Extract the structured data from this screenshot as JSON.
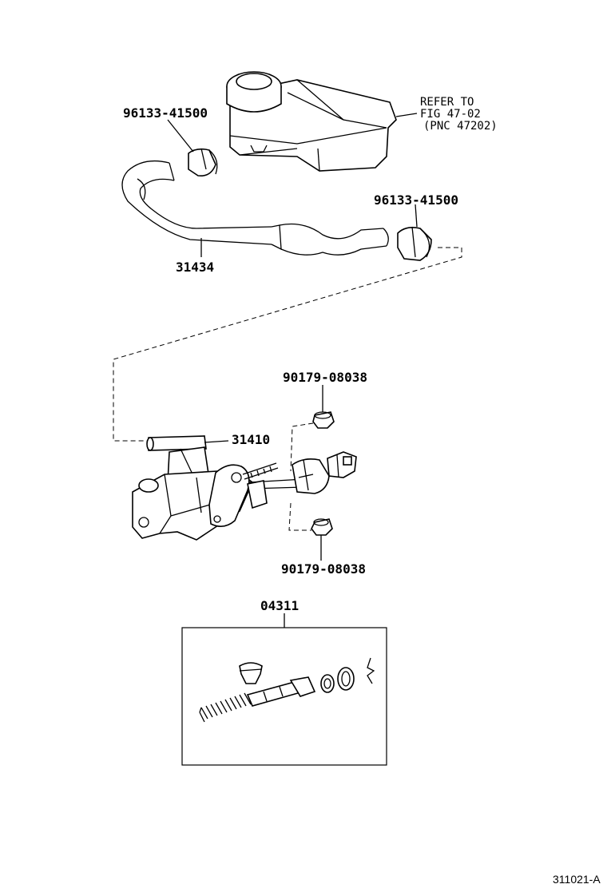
{
  "labels": {
    "clamp_upper": "96133-41500",
    "clamp_right": "96133-41500",
    "hose": "31434",
    "grommet_upper": "90179-08038",
    "cylinder": "31410",
    "grommet_lower": "90179-08038",
    "repair_kit": "04311",
    "refer_line1": "REFER TO",
    "refer_line2": "FIG 47-02",
    "refer_line3": "(PNC 47202)",
    "figure_code": "311021-A"
  }
}
